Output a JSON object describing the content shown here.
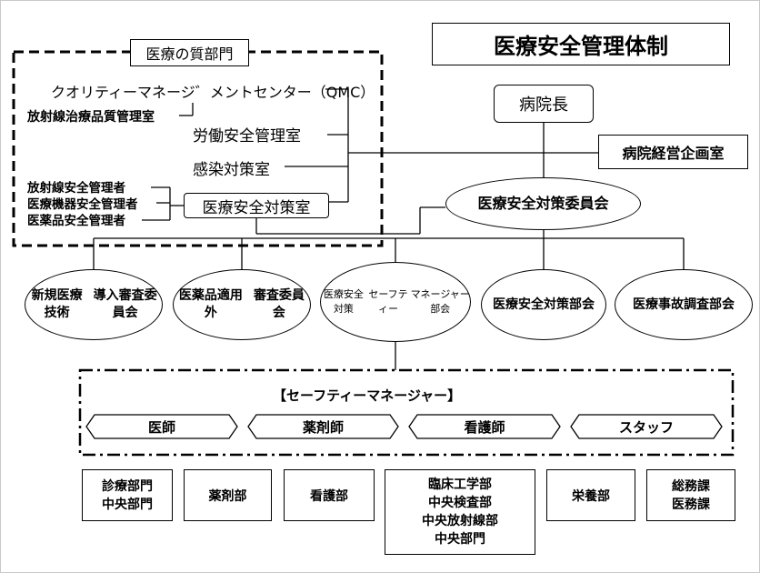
{
  "title": "医療安全管理体制",
  "quality_section": {
    "label": "医療の質部門",
    "qmc": "クオリティーマネージ゛メントセンター（QMC）",
    "radiation_qc_room": "放射線治療品質管理室",
    "labor_safety_room": "労働安全管理室",
    "infection_control_room": "感染対策室",
    "safety_office": "医療安全対策室",
    "managers": [
      "放射線安全管理者",
      "医療機器安全管理者",
      "医薬品安全管理者"
    ]
  },
  "director": "病院長",
  "planning_office": "病院経営企画室",
  "committee": "医療安全対策委員会",
  "subcommittees": [
    [
      "新規医療技術",
      "導入審査委員会"
    ],
    [
      "医薬品適用外",
      "審査委員会"
    ],
    [
      "医療安全対策",
      "セーフティー",
      "マネージャー部会"
    ],
    [
      "医療安全",
      "対策部会"
    ],
    [
      "医療事故",
      "調査部会"
    ]
  ],
  "safety_managers_label": "【セーフティーマネージャー】",
  "roles": [
    "医師",
    "薬剤師",
    "看護師",
    "スタッフ"
  ],
  "departments": [
    [
      "診療部門",
      "中央部門"
    ],
    [
      "薬剤部"
    ],
    [
      "看護部"
    ],
    [
      "臨床工学部",
      "中央検査部",
      "中央放射線部",
      "中央部門"
    ],
    [
      "栄養部"
    ],
    [
      "総務課",
      "医務課"
    ]
  ]
}
